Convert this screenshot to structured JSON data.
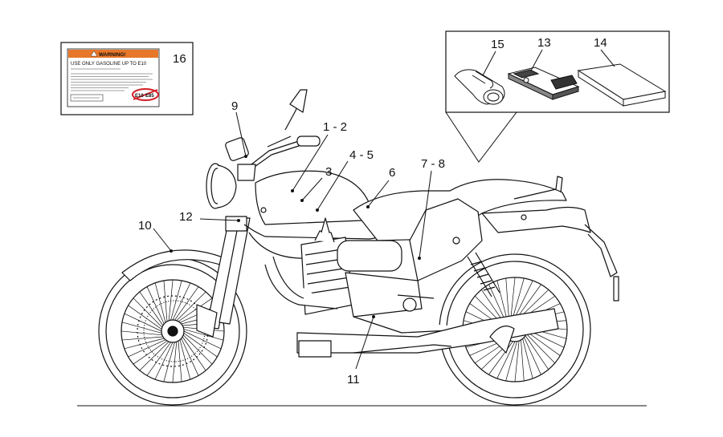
{
  "callouts": {
    "c1_2": "1 - 2",
    "c3": "3",
    "c4_5": "4 - 5",
    "c6": "6",
    "c7_8": "7 - 8",
    "c9": "9",
    "c10": "10",
    "c11": "11",
    "c12": "12",
    "c13": "13",
    "c14": "14",
    "c15": "15",
    "c16": "16"
  },
  "warning_label": {
    "header": "WARNING!",
    "line1": "USE ONLY GASOLINE UP TO E10",
    "fuel_ok": "E10",
    "fuel_banned": "E85"
  },
  "colors": {
    "warning_header": "#e8772a",
    "ban_circle": "#d21f26",
    "line": "#111111"
  }
}
